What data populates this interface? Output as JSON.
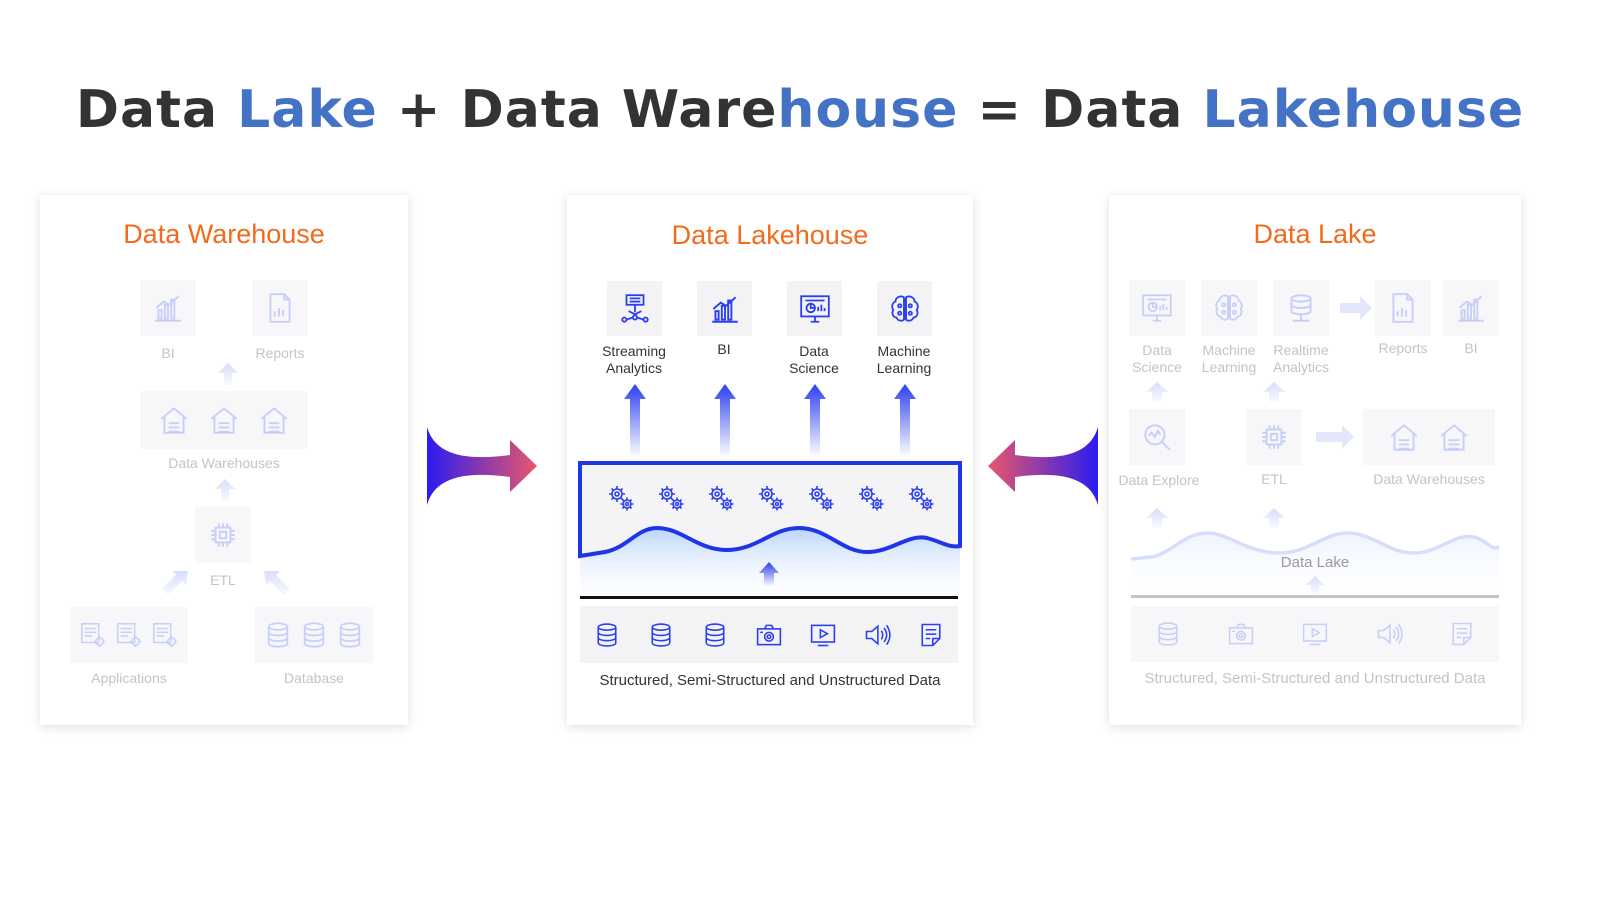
{
  "title": {
    "p1": "Data ",
    "p2": "Lake",
    "p3": " + Data Ware",
    "p4": "house",
    "p5": " = Data ",
    "p6": "Lakehouse"
  },
  "colors": {
    "accent": "#4472c4",
    "orange": "#f26b1d",
    "icon_blue": "#2c3ff0",
    "icon_faint": "#8f9df5",
    "arrow_red": "#e8566a"
  },
  "warehouse": {
    "title": "Data Warehouse",
    "bi": "BI",
    "reports": "Reports",
    "warehouses": "Data Warehouses",
    "etl": "ETL",
    "applications": "Applications",
    "database": "Database"
  },
  "lakehouse": {
    "title": "Data Lakehouse",
    "streaming": "Streaming\nAnalytics",
    "bi": "BI",
    "data_science": "Data\nScience",
    "ml": "Machine\nLearning",
    "sources": "Structured, Semi-Structured and Unstructured Data"
  },
  "lake": {
    "title": "Data Lake",
    "data_science": "Data\nScience",
    "ml": "Machine\nLearning",
    "realtime": "Realtime\nAnalytics",
    "reports": "Reports",
    "bi": "BI",
    "data_explore": "Data Explore",
    "etl": "ETL",
    "warehouses": "Data Warehouses",
    "lake_label": "Data Lake",
    "sources": "Structured, Semi-Structured and Unstructured Data"
  }
}
